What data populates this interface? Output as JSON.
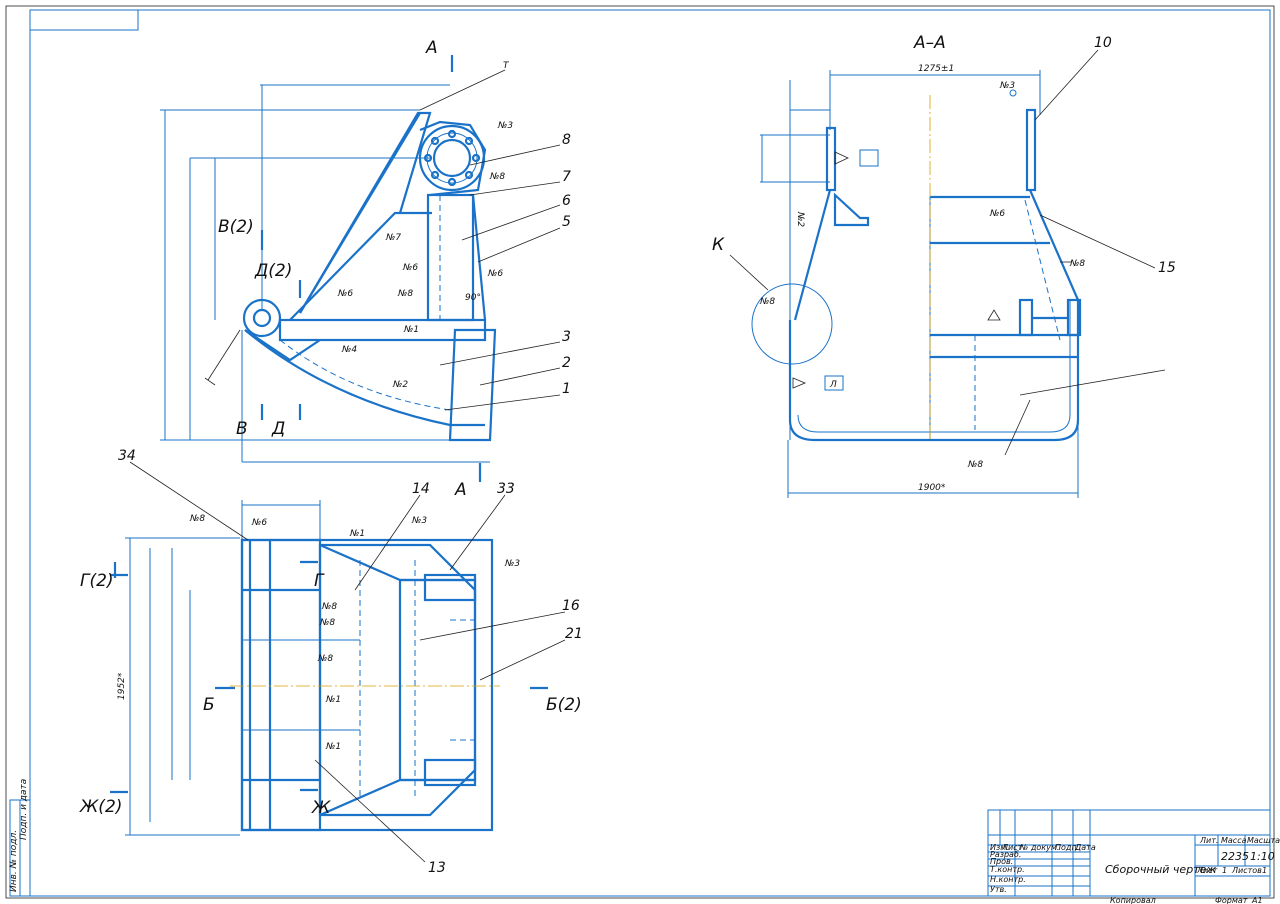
{
  "views": {
    "section_title": "А–А",
    "dimensions": {
      "top": "1275±1",
      "bottom": "1900*",
      "height": "1952*"
    },
    "section_marks": [
      "А",
      "А",
      "В(2)",
      "Д(2)",
      "В",
      "Д",
      "Г(2)",
      "Г",
      "Б",
      "Б(2)",
      "Ж(2)",
      "Ж",
      "К"
    ],
    "weld_symbols": [
      "№3",
      "№8",
      "№7",
      "№6",
      "№6",
      "№8",
      "№1",
      "№4",
      "№2",
      "№6",
      "№8",
      "№6",
      "№1",
      "№3",
      "№3",
      "№8",
      "№8",
      "№8",
      "№1",
      "№1",
      "№3",
      "№6",
      "№8",
      "№2",
      "№8",
      "№8"
    ],
    "detail_letters": [
      "Т",
      "Л"
    ],
    "angle": "90°",
    "positions": [
      "1",
      "2",
      "3",
      "5",
      "6",
      "7",
      "8",
      "10",
      "13",
      "14",
      "15",
      "16",
      "21",
      "33",
      "34"
    ]
  },
  "title_block": {
    "title": "Сборочный чертеж",
    "headers": {
      "lit": "Лит.",
      "mass": "Масса",
      "scale": "Масштаб"
    },
    "mass": "2235",
    "scale": "1:10",
    "sheet_label": "Лист",
    "sheet_num": "1",
    "sheets_label": "Листов",
    "sheets_num": "1",
    "columns": {
      "izm": "Изм.",
      "list": "Лист",
      "doc": "№ докум.",
      "sign": "Подп.",
      "date": "Дата"
    },
    "rows": {
      "dev": "Разраб.",
      "check": "Пров.",
      "tcontrol": "Т.контр.",
      "ncontrol": "Н.контр.",
      "approved": "Утв."
    },
    "copied": "Копировал",
    "format_label": "Формат",
    "format": "А1"
  },
  "margin": {
    "inv": "Инв. № подл.",
    "sign_date": "Подп. и дата"
  }
}
